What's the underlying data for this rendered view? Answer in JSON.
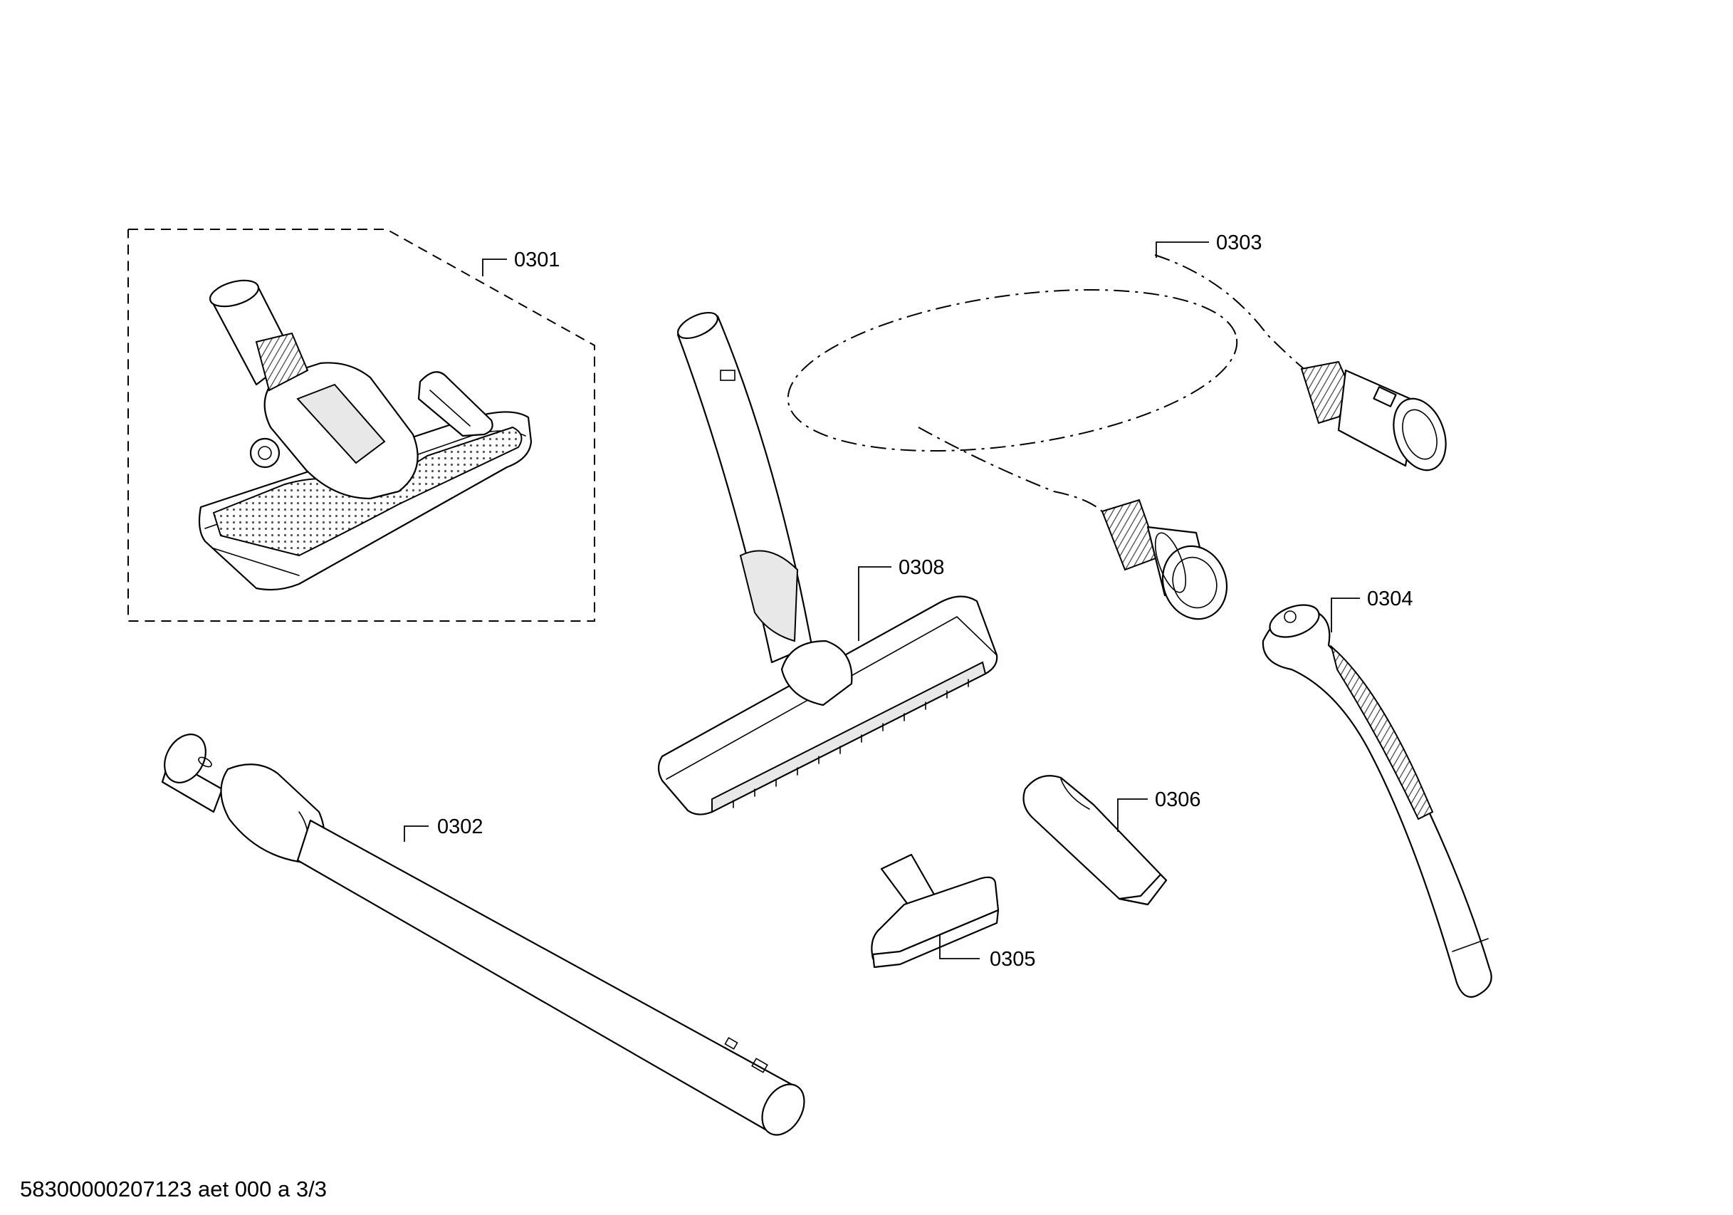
{
  "parts": [
    {
      "id": "0301",
      "name": "floor-nozzle"
    },
    {
      "id": "0302",
      "name": "telescopic-tube"
    },
    {
      "id": "0303",
      "name": "suction-hose"
    },
    {
      "id": "0304",
      "name": "handle-bend"
    },
    {
      "id": "0305",
      "name": "upholstery-nozzle"
    },
    {
      "id": "0306",
      "name": "crevice-nozzle"
    },
    {
      "id": "0308",
      "name": "parquet-brush"
    }
  ],
  "footer": "58300000207123 aet 000 a 3/3"
}
